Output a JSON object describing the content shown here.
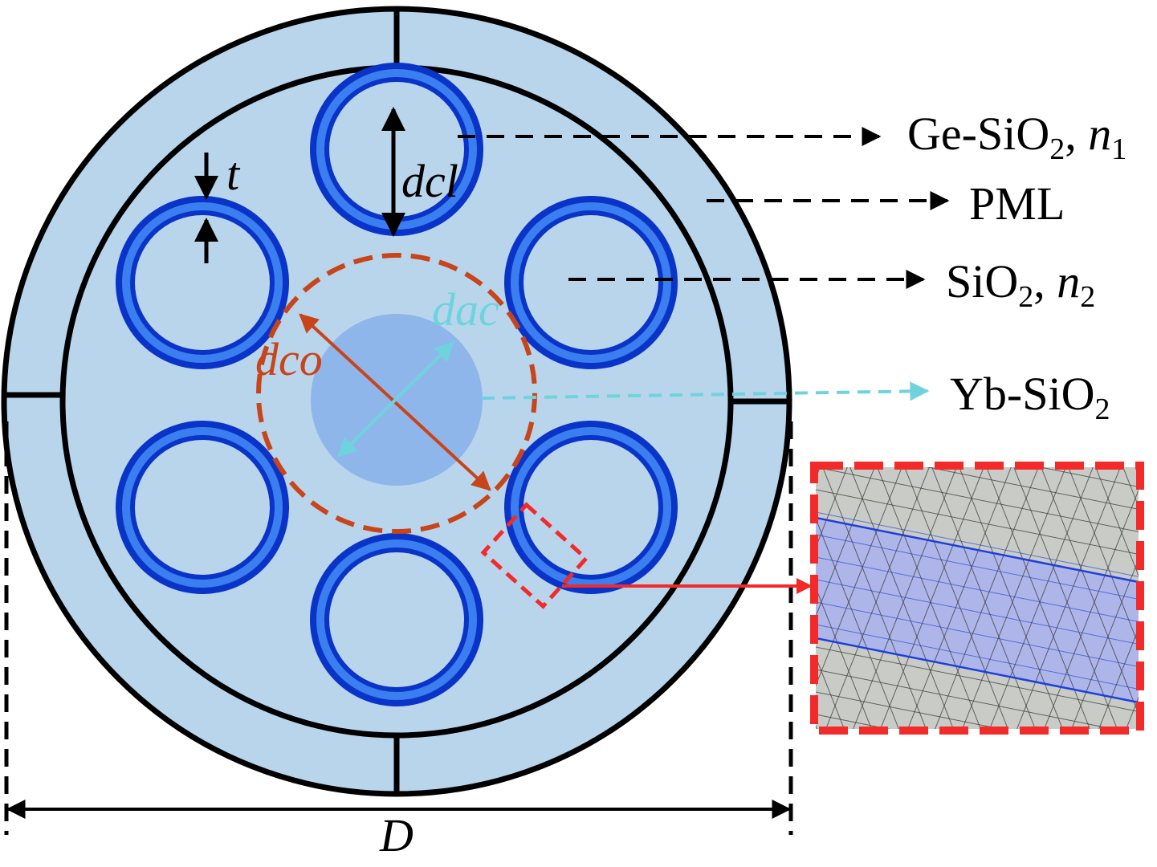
{
  "labels": {
    "ge_sio2": "Ge-SiO",
    "ge_sub": "2",
    "ge_sep": ", ",
    "ge_n": "n",
    "ge_n_sub": "1",
    "pml": "PML",
    "sio2": "SiO",
    "sio2_sub": "2",
    "sio2_sep": ", ",
    "sio2_n": "n",
    "sio2_n_sub": "2",
    "yb": "Yb-SiO",
    "yb_sub": "2",
    "dcl": "dcl",
    "t": "t",
    "dco": "dco",
    "dac": "dac",
    "D": "D"
  },
  "colors": {
    "cladding": "#b8d5ec",
    "ring_dark": "#0a33c8",
    "ring_light": "#3a7ef0",
    "doped_core": "#8fb6ea",
    "dco": "#c8441a",
    "dac": "#6fd3dd",
    "inset_border": "#f22a2a",
    "mesh_bg": "#c9cbc6",
    "mesh_band": "#a9b2ef"
  }
}
